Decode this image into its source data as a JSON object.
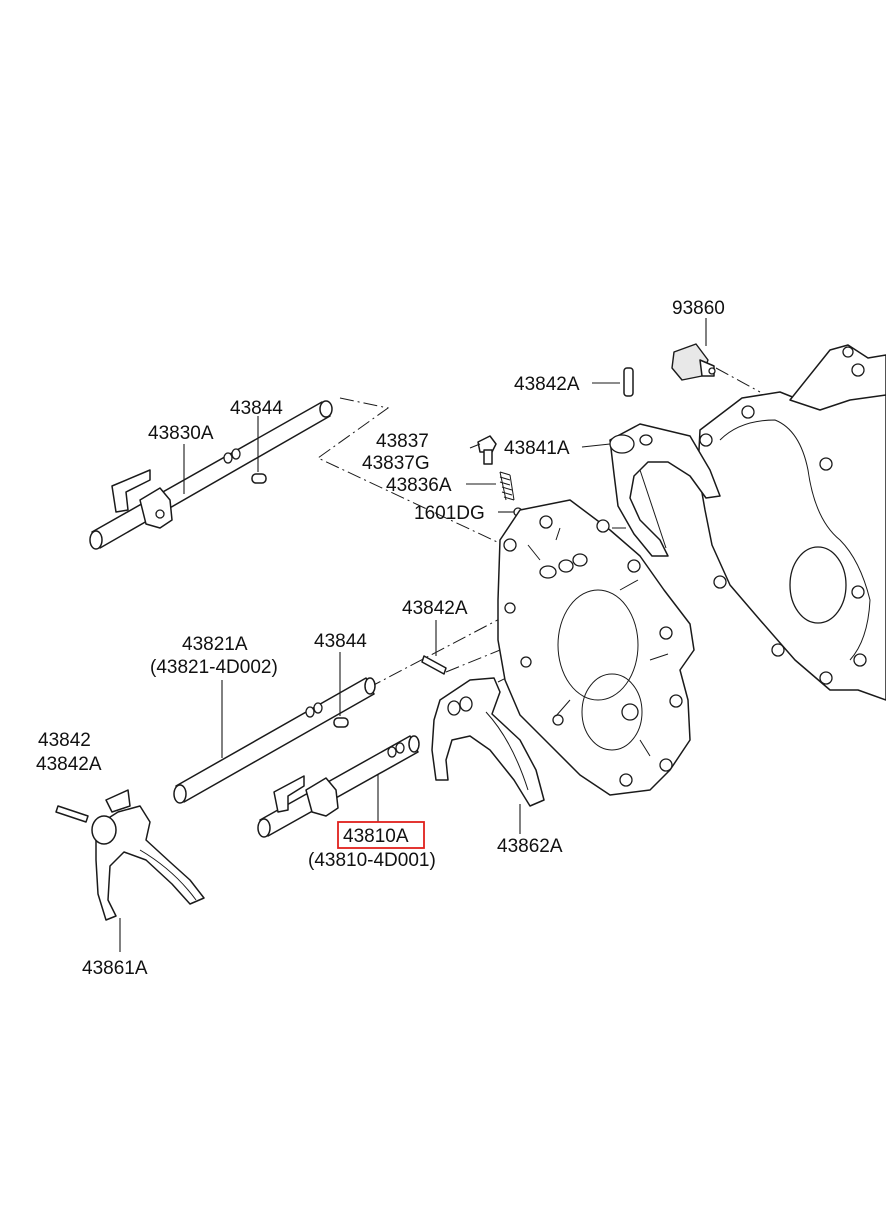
{
  "labels": {
    "p93860": "93860",
    "p43842A_top": "43842A",
    "p43837": "43837",
    "p43837G": "43837G",
    "p43841A": "43841A",
    "p43836A": "43836A",
    "p1601DG": "1601DG",
    "p43830A": "43830A",
    "p43844_top": "43844",
    "p43842A_mid": "43842A",
    "p43821A": "43821A",
    "p43821_sub": "(43821-4D002)",
    "p43844_mid": "43844",
    "p43842": "43842",
    "p43842A_left": "43842A",
    "p43810A": "43810A",
    "p43810_sub": "(43810-4D001)",
    "p43862A": "43862A",
    "p43861A": "43861A"
  },
  "highlight_color": "#e0201c"
}
